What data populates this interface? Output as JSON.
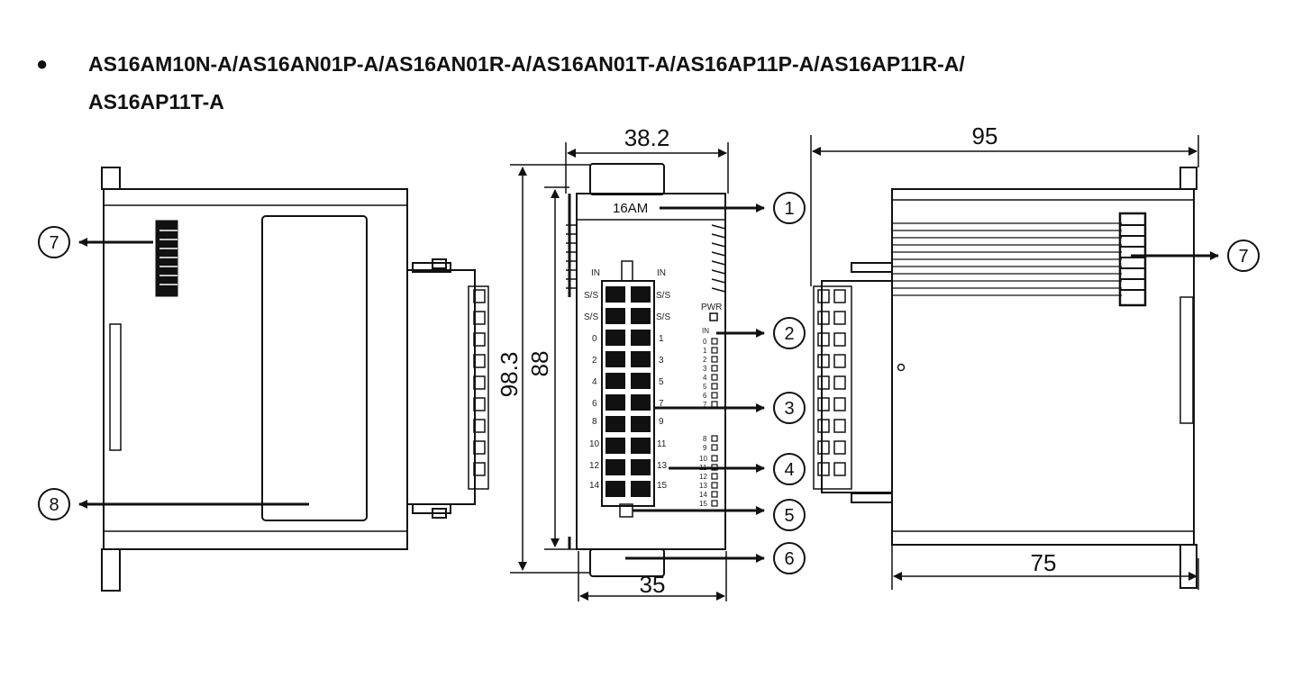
{
  "heading": {
    "bullet": "●",
    "line1": "AS16AM10N-A/AS16AN01P-A/AS16AN01R-A/AS16AN01T-A/AS16AP11P-A/AS16AP11R-A/",
    "line2": "AS16AP11T-A"
  },
  "dimensions": {
    "front_width_top": "38.2",
    "front_width_bottom": "35",
    "front_height_outer": "98.3",
    "front_height_inner": "88",
    "side_depth_top": "95",
    "side_depth_bottom": "75"
  },
  "front_panel": {
    "model_label": "16AM",
    "in_left": "IN",
    "in_right": "IN",
    "ss_left_1": "S/S",
    "ss_right_1": "S/S",
    "ss_left_2": "S/S",
    "ss_right_2": "S/S",
    "left_terminals": [
      "0",
      "2",
      "4",
      "6",
      "8",
      "10",
      "12",
      "14"
    ],
    "right_terminals": [
      "1",
      "3",
      "5",
      "7",
      "9",
      "11",
      "13",
      "15"
    ],
    "pwr_label": "PWR",
    "led_labels": [
      "IN",
      "0",
      "1",
      "2",
      "3",
      "4",
      "5",
      "6",
      "7",
      "8",
      "9",
      "10",
      "11",
      "12",
      "13",
      "14",
      "15"
    ]
  },
  "callouts": [
    "1",
    "2",
    "3",
    "4",
    "5",
    "6",
    "7",
    "8"
  ]
}
